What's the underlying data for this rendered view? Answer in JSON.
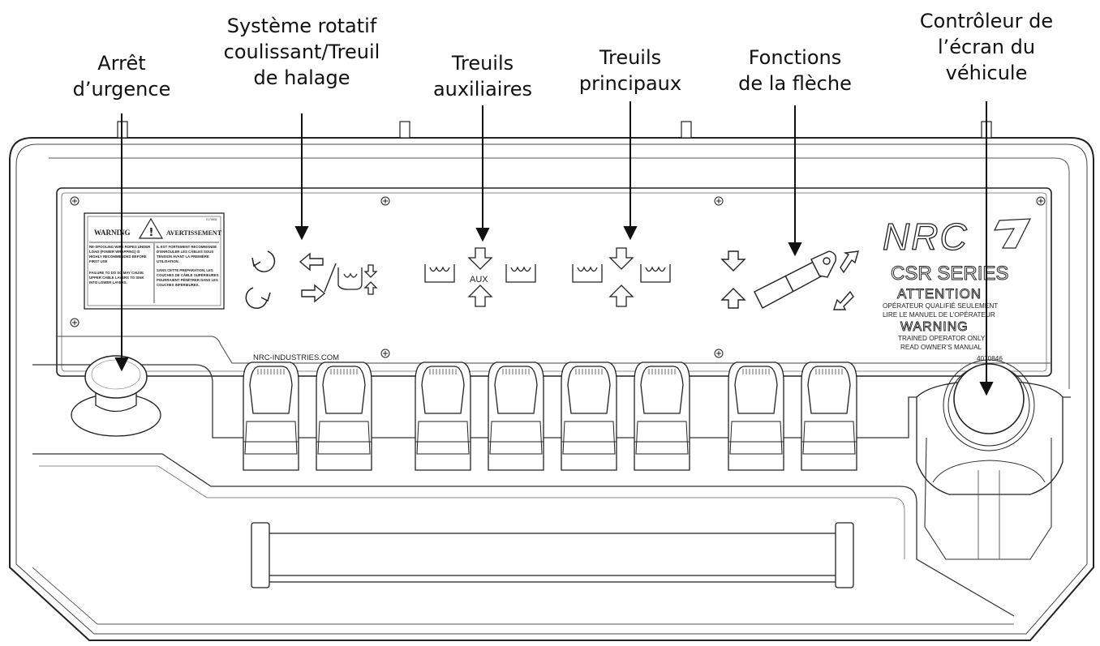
{
  "callouts": {
    "emergency_stop": "Arrêt\nd’urgence",
    "slewing_rotation": "Système rotatif\ncoulissant/Treuil\nde halage",
    "aux_winches": "Treuils\nauxiliaires",
    "main_winches": "Treuils\nprincipaux",
    "boom_functions": "Fonctions\nde la flèche",
    "vehicle_display": "Contrôleur de\nl’écran du\nvéhicule"
  },
  "panel": {
    "website": "NRC-INDUSTRIES.COM",
    "aux_label": "AUX",
    "brand": "NRC",
    "series": "CSR SERIES",
    "attention": "ATTENTION",
    "fr_line1": "OPÉRATEUR QUALIFIÉ SEULEMENT",
    "fr_line2": "LIRE LE MANUEL DE L’OPÉRATEUR",
    "warning": "WARNING",
    "en_line1": "TRAINED OPERATOR ONLY",
    "en_line2": "READ OWNER’S MANUAL",
    "part_number": "4070846"
  },
  "warning_label": {
    "title_en": "WARNING",
    "title_fr": "AVERTISSEMENT",
    "code": "2170834",
    "en_p1": "RE-SPOOLING WIRE ROPES UNDER LOAD (POWER WRAPPING) IS HIGHLY RECOMMENDED BEFORE FIRST USE",
    "en_p2": "FAILURE TO DO SO MAY CAUSE UPPER CABLE LAYERS TO SINK INTO LOWER LAYERS.",
    "fr_p1": "IL EST FORTEMENT RECOMMANDÉ D’ENROULER LES CÂBLES SOUS TENSION AVANT LA PREMIÈRE UTILISATION.",
    "fr_p2": "SANS CETTE PRÉPARATION, LES COUCHES DE CÂBLE SUPÉRIEURES POURRAIENT PÉNÉTRER DANS LES COUCHES INFÉRIEURES."
  }
}
